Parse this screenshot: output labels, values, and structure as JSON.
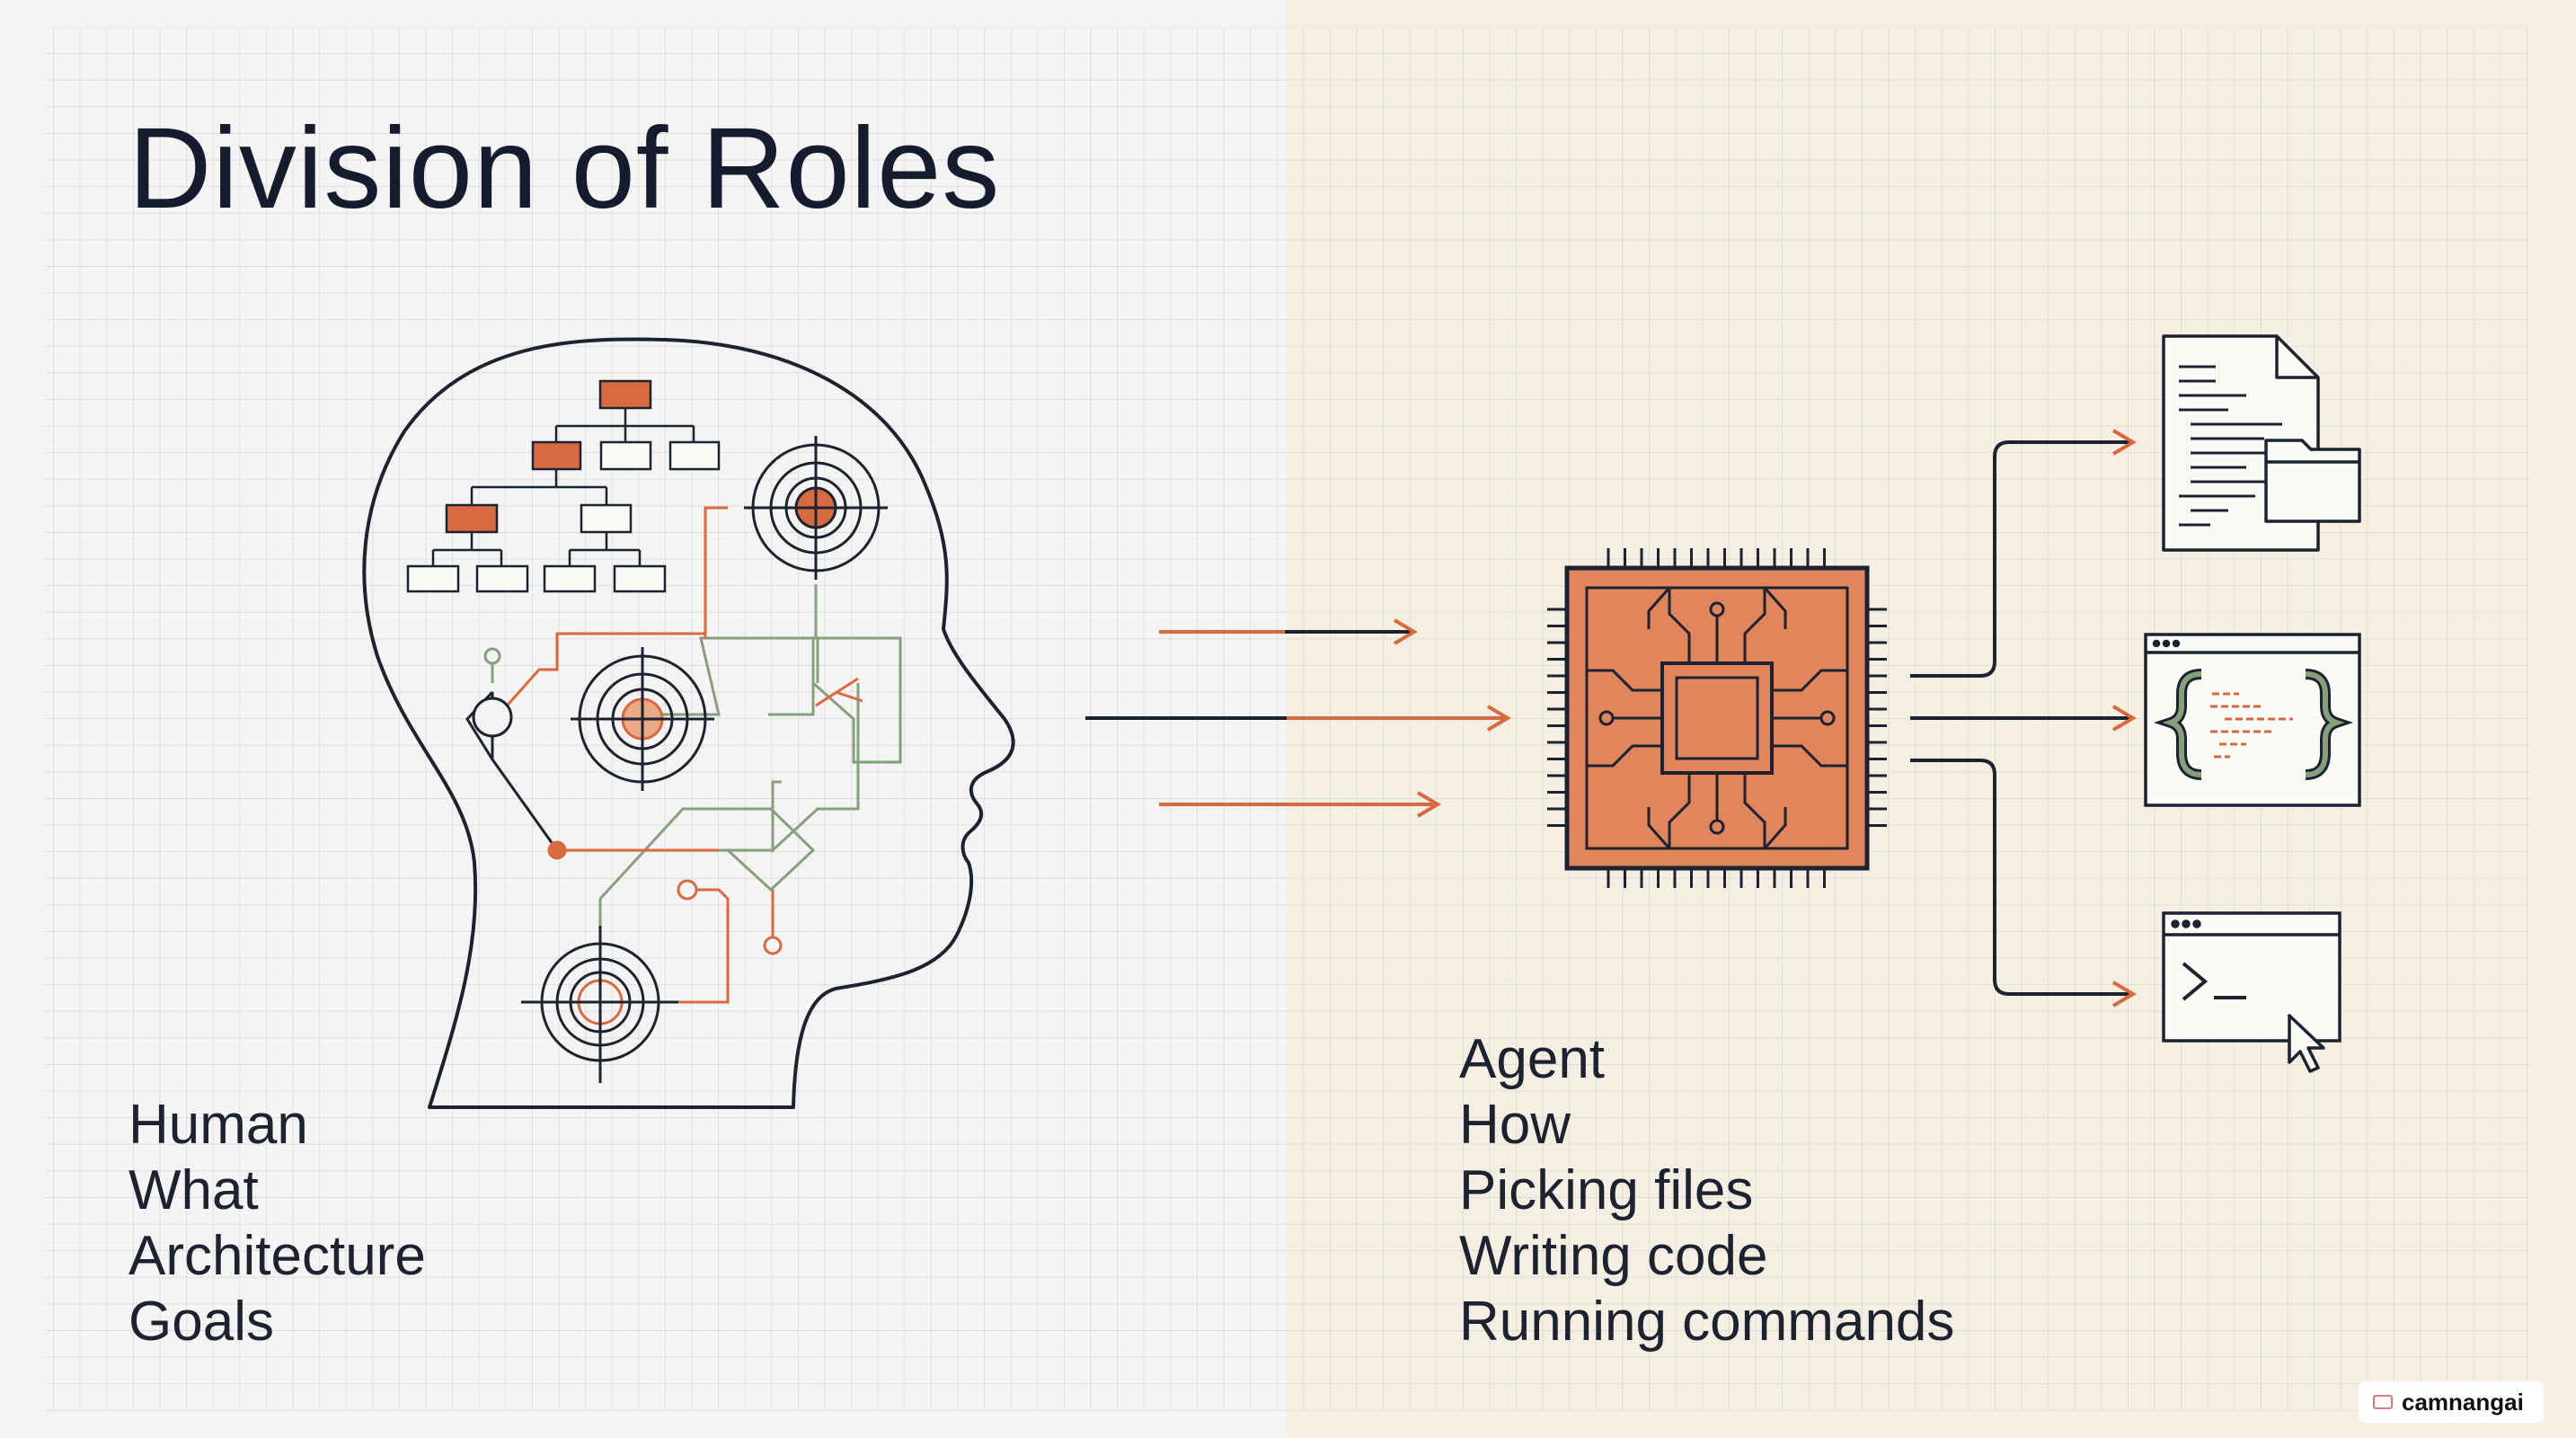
{
  "title": "Division of Roles",
  "human": {
    "lines": [
      "Human",
      "What",
      "Architecture",
      "Goals"
    ]
  },
  "agent": {
    "lines": [
      "Agent",
      "How",
      "Picking files",
      "Writing code",
      "Running commands"
    ]
  },
  "watermark": "camnangai",
  "colors": {
    "ink": "#1c2230",
    "accent_orange": "#d9693f",
    "chip_fill": "#e0855c",
    "green": "#86a07c",
    "left_bg": "#f3f4f3",
    "right_bg": "#f4efe2",
    "grid": "#dcdcd6"
  },
  "icons": [
    "head-outline-icon",
    "processor-chip-icon",
    "document-folder-icon",
    "code-window-icon",
    "terminal-window-icon",
    "cursor-icon"
  ]
}
